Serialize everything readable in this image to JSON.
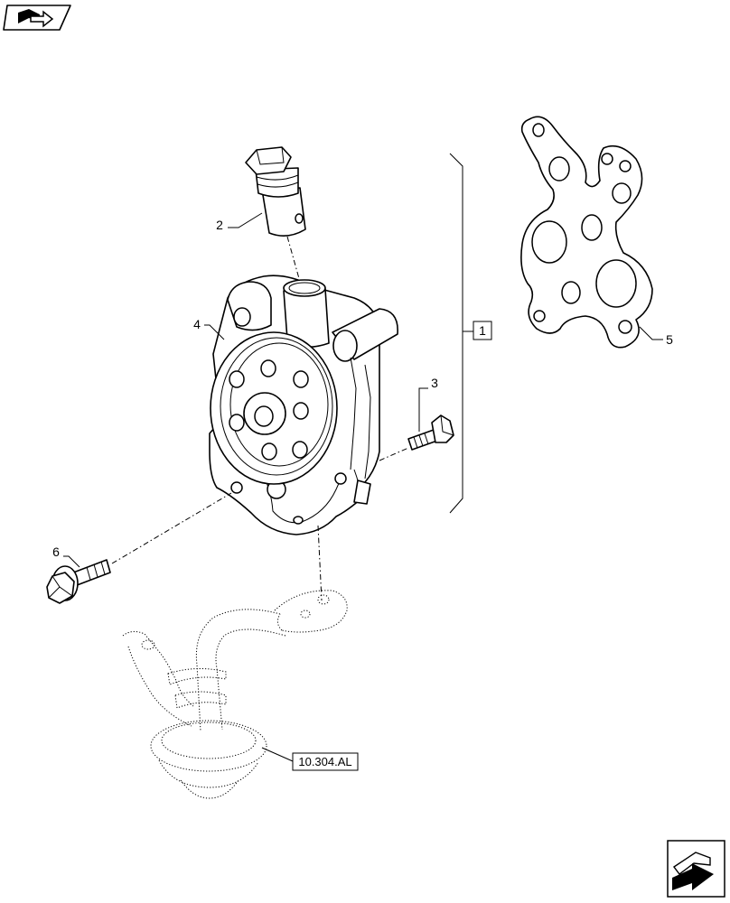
{
  "callouts": {
    "part_1": "1",
    "part_2": "2",
    "part_3": "3",
    "part_4": "4",
    "part_5": "5",
    "part_6": "6"
  },
  "reference": {
    "label": "10.304.AL"
  },
  "icons": {
    "top_left": "book-arrow-icon",
    "bottom_right": "next-page-arrow-icon"
  }
}
